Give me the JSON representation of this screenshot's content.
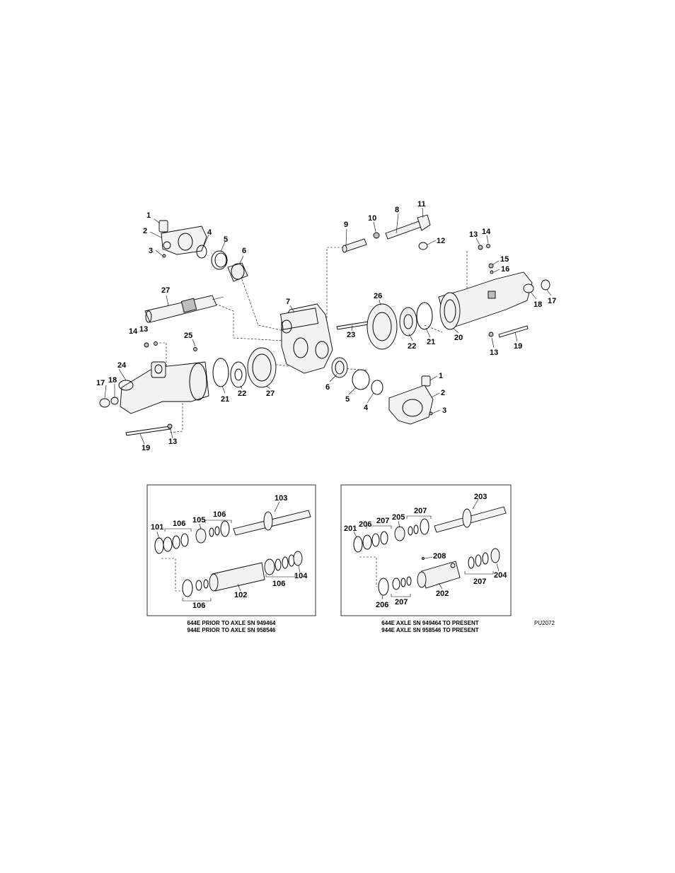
{
  "callouts": {
    "c1a": "1",
    "c2a": "2",
    "c3a": "3",
    "c4a": "4",
    "c5a": "5",
    "c6a": "6",
    "c27a": "27",
    "c14a": "14",
    "c13a": "13",
    "c25": "25",
    "c24": "24",
    "c17a": "17",
    "c18a": "18",
    "c19a": "19",
    "c13b": "13",
    "c21a": "21",
    "c22a": "22",
    "c27b": "27",
    "c7": "7",
    "c9": "9",
    "c10": "10",
    "c8": "8",
    "c11": "11",
    "c12": "12",
    "c23": "23",
    "c26": "26",
    "c6b": "6",
    "c5b": "5",
    "c4b": "4",
    "c1b": "1",
    "c2b": "2",
    "c3b": "3",
    "c22b": "22",
    "c21b": "21",
    "c20": "20",
    "c13c": "13",
    "c14b": "14",
    "c15": "15",
    "c16": "16",
    "c18b": "18",
    "c17b": "17",
    "c13d": "13",
    "c19b": "19",
    "c103": "103",
    "c101": "101",
    "c106a": "106",
    "c105": "105",
    "c106b": "106",
    "c106c": "106",
    "c104": "104",
    "c102": "102",
    "c106d": "106",
    "c203": "203",
    "c201": "201",
    "c206a": "206",
    "c207a": "207",
    "c205": "205",
    "c207b": "207",
    "c208": "208",
    "c207c": "207",
    "c204": "204",
    "c202": "202",
    "c206b": "206",
    "c207d": "207"
  },
  "captions": {
    "left_line1": "644E PRIOR TO AXLE SN 949464",
    "left_line2": "944E PRIOR TO AXLE SN 958546",
    "right_line1": "644E AXLE SN 949464 TO PRESENT",
    "right_line2": "944E AXLE SN 958546 TO PRESENT"
  },
  "figure_code": "PU2072"
}
